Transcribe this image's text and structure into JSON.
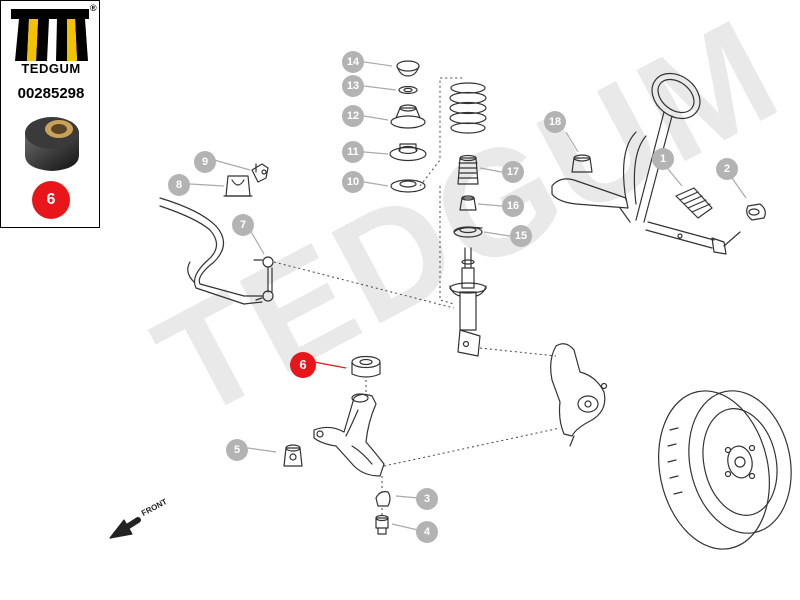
{
  "brand": {
    "name": "TEDGUM",
    "registered_mark": "®",
    "part_number": "00285298",
    "selected_position": "6"
  },
  "watermark": {
    "text": "TEDGUM"
  },
  "front_label": "FRONT",
  "callouts": [
    {
      "id": "1",
      "active": false
    },
    {
      "id": "2",
      "active": false
    },
    {
      "id": "3",
      "active": false
    },
    {
      "id": "4",
      "active": false
    },
    {
      "id": "5",
      "active": false
    },
    {
      "id": "6",
      "active": true
    },
    {
      "id": "7",
      "active": false
    },
    {
      "id": "8",
      "active": false
    },
    {
      "id": "9",
      "active": false
    },
    {
      "id": "10",
      "active": false
    },
    {
      "id": "11",
      "active": false
    },
    {
      "id": "12",
      "active": false
    },
    {
      "id": "13",
      "active": false
    },
    {
      "id": "14",
      "active": false
    },
    {
      "id": "15",
      "active": false
    },
    {
      "id": "16",
      "active": false
    },
    {
      "id": "17",
      "active": false
    },
    {
      "id": "18",
      "active": false
    }
  ],
  "colors": {
    "accent_red": "#e8161b",
    "callout_grey": "#b3b3b3",
    "line_dark": "#333333",
    "watermark": "#e9e9e9"
  }
}
